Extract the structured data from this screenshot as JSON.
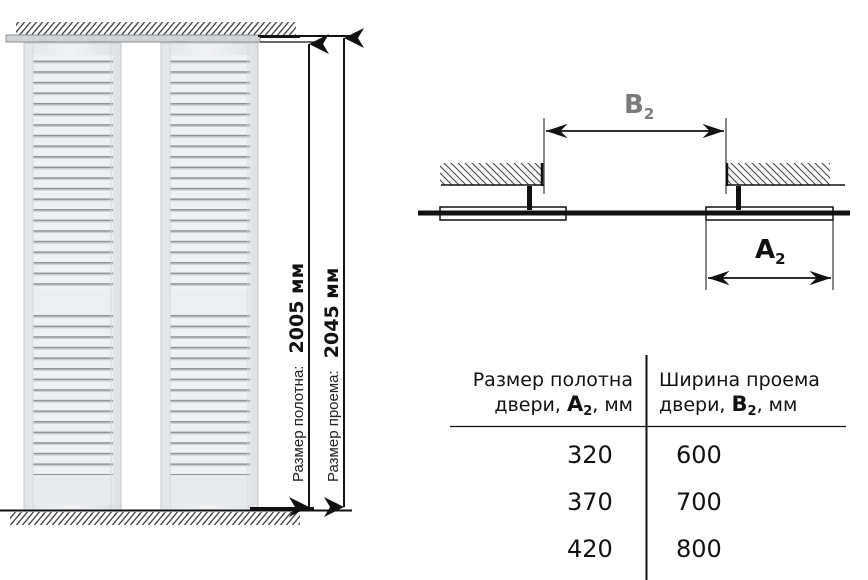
{
  "elevation": {
    "door_leaf_count": 2,
    "dimensions": {
      "leaf_height_label": "Размер полотна:",
      "leaf_height_value": "2005 мм",
      "opening_height_label": "Размер проема:",
      "opening_height_value": "2045 мм"
    }
  },
  "plan": {
    "opening_width_symbol": "B",
    "opening_width_subscript": "2",
    "leaf_width_symbol": "A",
    "leaf_width_subscript": "2",
    "colors": {
      "b_label": "#7a7a7a",
      "a_label": "#111111",
      "lines": "#111111"
    }
  },
  "table": {
    "headers": [
      {
        "line1": "Размер полотна",
        "line2_prefix": "двери, ",
        "symbol": "A",
        "subscript": "2",
        "suffix": ", мм"
      },
      {
        "line1": "Ширина проема",
        "line2_prefix": "двери, ",
        "symbol": "B",
        "subscript": "2",
        "suffix": ", мм"
      }
    ],
    "rows": [
      [
        "320",
        "600"
      ],
      [
        "370",
        "700"
      ],
      [
        "420",
        "800"
      ]
    ]
  }
}
